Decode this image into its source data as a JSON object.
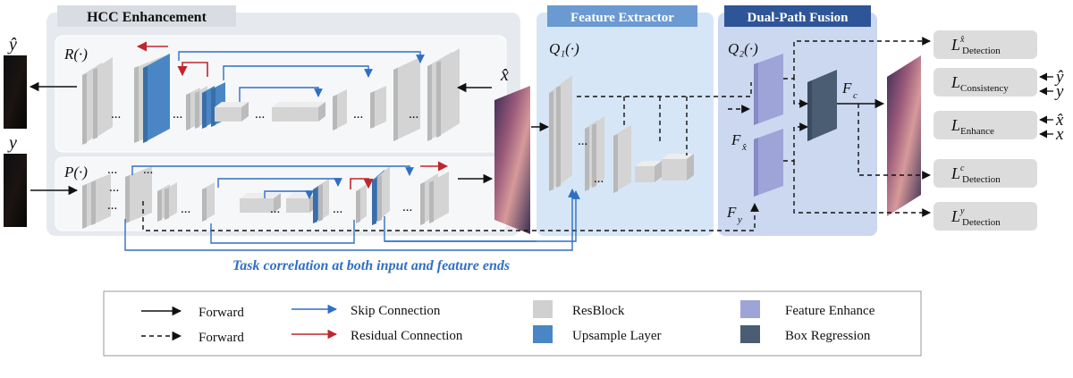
{
  "panels": {
    "hcc": "HCC Enhancement",
    "feature_extractor": "Feature Extractor",
    "dual_path": "Dual-Path Fusion"
  },
  "symbols": {
    "y_hat": "ŷ",
    "y": "y",
    "x_hat": "x̂",
    "x": "x",
    "r_func": "R(·)",
    "p_func": "P(·)",
    "q1_func": "Q₁(·)",
    "q2_func": "Q₂(·)",
    "f_xhat": "F",
    "f_xhat_sub": "x̂",
    "f_y": "F",
    "f_y_sub": "y",
    "f_c": "F",
    "f_c_sub": "c",
    "dots": "..."
  },
  "losses": [
    {
      "base": "L",
      "sup": "x̂",
      "sub": "Detection",
      "inputs": []
    },
    {
      "base": "L",
      "sup": "",
      "sub": "Consistency",
      "inputs": [
        "ŷ",
        "y"
      ]
    },
    {
      "base": "L",
      "sup": "",
      "sub": "Enhance",
      "inputs": [
        "x̂",
        "x"
      ]
    },
    {
      "base": "L",
      "sup": "c",
      "sub": "Detection",
      "inputs": []
    },
    {
      "base": "L",
      "sup": "y",
      "sub": "Detection",
      "inputs": []
    }
  ],
  "task_correlation_label": "Task correlation at both input and feature ends",
  "legend": {
    "forward_solid": "Forward",
    "forward_dashed": "Forward",
    "skip": "Skip Connection",
    "residual": "Residual Connection",
    "resblock": "ResBlock",
    "upsample": "Upsample Layer",
    "feature_enhance": "Feature Enhance",
    "box_regression": "Box Regression"
  },
  "colors": {
    "hcc_bg": "#e6eaef",
    "fe_bg": "#d6e6f7",
    "dp_bg": "#cbd8ef",
    "hcc_header": "#d9dde3",
    "fe_header": "#6b9ad2",
    "dp_header": "#2e5597",
    "skip": "#2f6fc4",
    "residual": "#c0262d",
    "resblock": "#d0d0d0",
    "upsample": "#4a86c5",
    "feature_enhance": "#9ea3d8",
    "box_regression": "#4a5d72",
    "loss_box": "#dcdcdc"
  }
}
